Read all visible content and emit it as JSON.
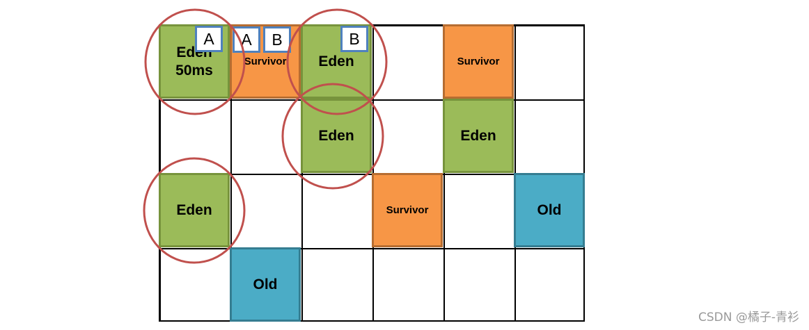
{
  "regions": {
    "eden_top_left": "Eden\n50ms",
    "survivor_1": "Survivor",
    "eden_top_mid": "Eden",
    "survivor_2": "Survivor",
    "eden_mid_1": "Eden",
    "eden_mid_2": "Eden",
    "eden_left_3": "Eden",
    "survivor_3": "Survivor",
    "old_1": "Old",
    "old_2": "Old"
  },
  "tags": {
    "a1": "A",
    "a2": "A",
    "b1": "B",
    "b2": "B"
  },
  "watermark": "CSDN @橘子-青衫",
  "colors": {
    "eden": "#9bbb59",
    "survivor": "#f79646",
    "old": "#4bacc6",
    "circle": "#c0504d",
    "tag_border": "#4f81bd"
  }
}
